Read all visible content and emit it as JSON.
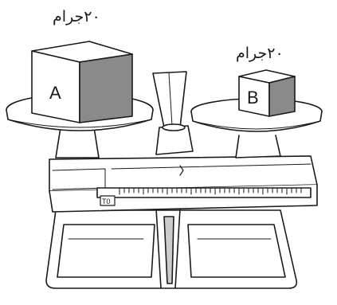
{
  "diagram": {
    "mass_a": "٢٠جرام",
    "mass_b": "٢٠جرام",
    "box_a_letter": "A",
    "box_b_letter": "B",
    "scale_plate_text": "T0"
  },
  "colors": {
    "ink": "#1a1a1a",
    "shade": "#888888",
    "paper": "#ffffff"
  }
}
